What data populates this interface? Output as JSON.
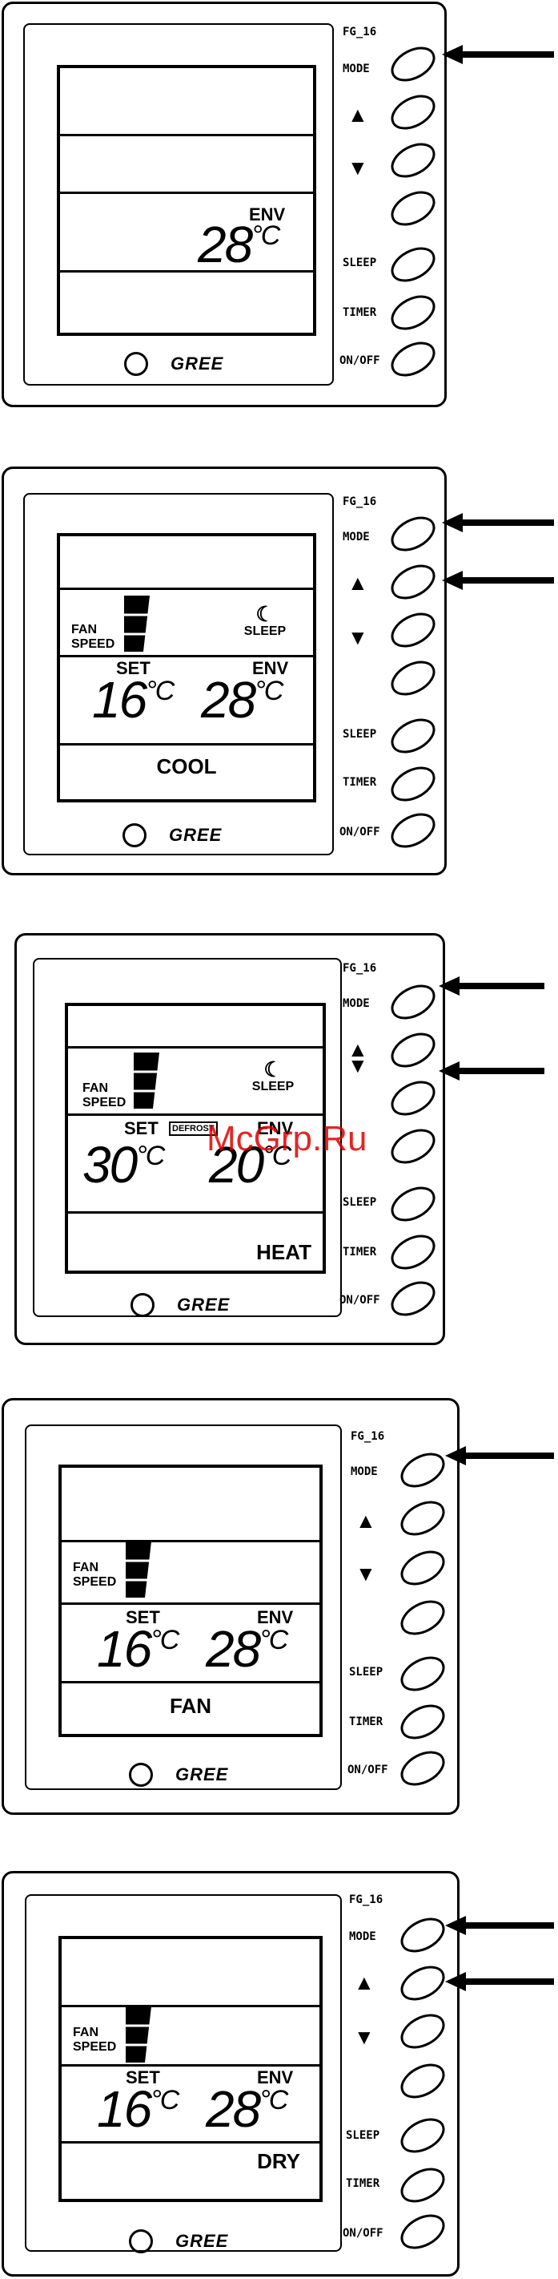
{
  "model": "FG_16",
  "buttons": {
    "mode": "MODE",
    "up": "▲",
    "down": "▼",
    "sleep": "SLEEP",
    "timer": "TIMER",
    "onoff": "ON/OFF"
  },
  "brand": "GREE",
  "labels": {
    "env": "ENV",
    "set": "SET",
    "fan_speed_line1": "FAN",
    "fan_speed_line2": "SPEED",
    "sleep": "SLEEP",
    "defrost": "DEFROST",
    "unit": "°C"
  },
  "panels": [
    {
      "env": "28",
      "set": "",
      "mode": ""
    },
    {
      "env": "28",
      "set": "16",
      "mode": "COOL"
    },
    {
      "env": "20",
      "set": "30",
      "mode": "HEAT"
    },
    {
      "env": "28",
      "set": "16",
      "mode": "FAN"
    },
    {
      "env": "28",
      "set": "16",
      "mode": "DRY"
    }
  ],
  "watermark": "McGrp.Ru"
}
